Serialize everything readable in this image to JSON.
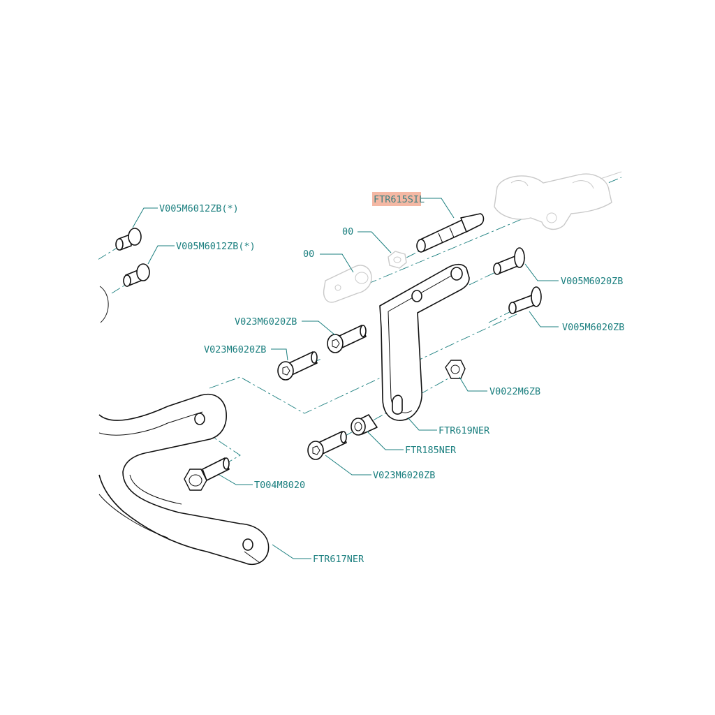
{
  "labels": {
    "screw_top_1": "V005M6012ZB(*)",
    "screw_top_2": "V005M6012ZB(*)",
    "pin": "FTR615SIL",
    "ring_00": "00",
    "clevis_00": "00",
    "bolt_right_1": "V005M6020ZB",
    "bolt_right_2": "V005M6020ZB",
    "socket_1": "V023M6020ZB",
    "socket_2": "V023M6020ZB",
    "nut": "V0022M6ZB",
    "bracket": "FTR619NER",
    "spacer": "FTR185NER",
    "socket_3": "V023M6020ZB",
    "flange_bolt": "T004M8020",
    "lever": "FTR617NER"
  },
  "colors": {
    "label_text": "#1b7f7f",
    "highlight": "#f4b8a4",
    "part_outline": "#111111",
    "ghost_outline": "#c9c9c9"
  }
}
